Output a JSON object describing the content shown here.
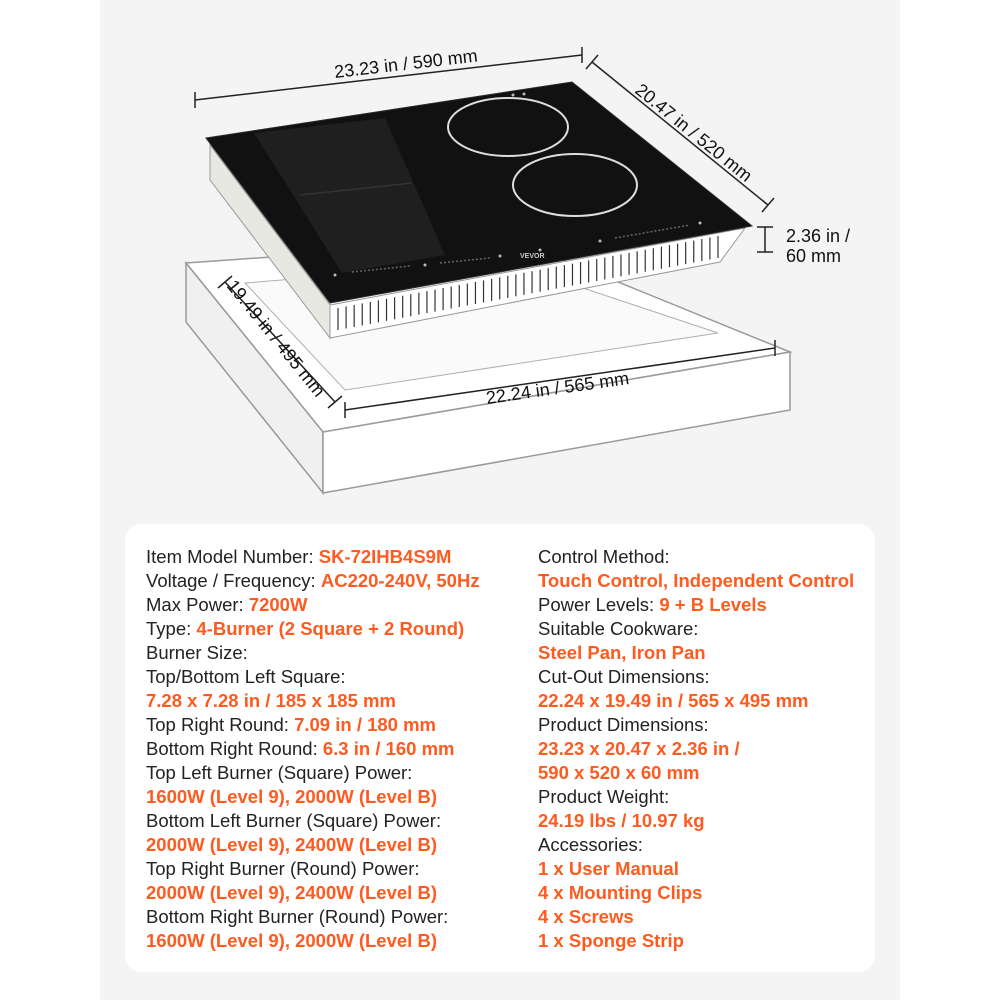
{
  "colors": {
    "accent": "#ff5a1f",
    "text": "#222222",
    "panel": "#f4f4f4"
  },
  "dimensions": {
    "width": "23.23 in / 590 mm",
    "depth": "20.47 in / 520 mm",
    "height_line1": "2.36 in /",
    "height_line2": "60 mm",
    "cutout_depth": "19.49 in / 495 mm",
    "cutout_width": "22.24 in / 565 mm",
    "brand": "VEVOR"
  },
  "specs": {
    "model": {
      "label": "Item Model Number: ",
      "value": "SK-72IHB4S9M"
    },
    "voltage": {
      "label": "Voltage / Frequency: ",
      "value": "AC220-240V, 50Hz"
    },
    "max_power": {
      "label": "Max Power: ",
      "value": "7200W"
    },
    "type": {
      "label": "Type: ",
      "value": "4-Burner (2 Square + 2 Round)"
    },
    "burner_size": {
      "label": "Burner Size:"
    },
    "left_square": {
      "label": "Top/Bottom Left Square:",
      "value": "7.28 x 7.28 in / 185 x 185 mm"
    },
    "top_right_round": {
      "label": "Top Right Round: ",
      "value": "7.09 in / 180 mm"
    },
    "bottom_right_round": {
      "label": "Bottom Right Round: ",
      "value": "6.3 in / 160 mm"
    },
    "tl_power": {
      "label": "Top Left Burner (Square) Power:",
      "value": "1600W (Level 9), 2000W (Level B)"
    },
    "bl_power": {
      "label": "Bottom Left Burner (Square) Power:",
      "value": "2000W (Level 9), 2400W (Level B)"
    },
    "tr_power": {
      "label": "Top Right Burner (Round) Power:",
      "value": "2000W (Level 9), 2400W (Level B)"
    },
    "br_power": {
      "label": "Bottom Right Burner (Round) Power:",
      "value": "1600W (Level 9), 2000W (Level B)"
    },
    "control": {
      "label": "Control Method:",
      "value": "Touch Control, Independent Control"
    },
    "power_levels": {
      "label": "Power Levels: ",
      "value": "9 + B Levels"
    },
    "cookware": {
      "label": "Suitable Cookware:",
      "value": "Steel Pan, Iron Pan"
    },
    "cutout": {
      "label": "Cut-Out Dimensions:",
      "value": "22.24 x 19.49 in / 565 x 495 mm"
    },
    "product_dims": {
      "label": "Product Dimensions:",
      "value1": "23.23 x 20.47 x 2.36 in /",
      "value2": "590 x 520 x 60 mm"
    },
    "weight": {
      "label": "Product Weight:",
      "value": "24.19 lbs / 10.97 kg"
    },
    "accessories": {
      "label": "Accessories:",
      "items": [
        "1 x User Manual",
        "4 x Mounting Clips",
        "4 x Screws",
        "1 x Sponge Strip"
      ]
    }
  }
}
